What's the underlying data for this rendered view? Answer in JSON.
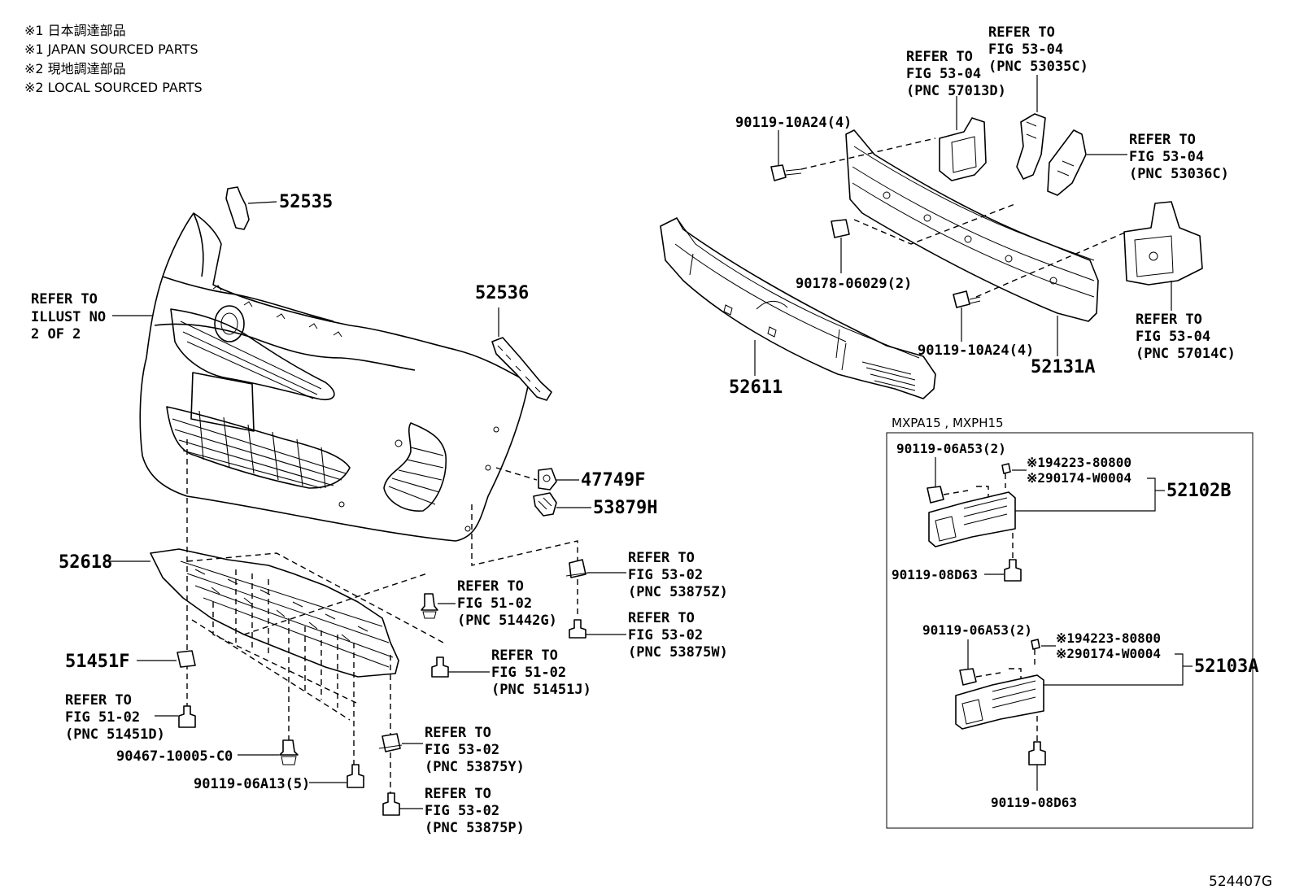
{
  "notes": [
    "※1 日本調達部品",
    "※1 JAPAN SOURCED PARTS",
    "※2 現地調達部品",
    "※2 LOCAL SOURCED PARTS"
  ],
  "labels": {
    "p52535": "52535",
    "p52536": "52536",
    "p47749F": "47749F",
    "p53879H": "53879H",
    "p52618": "52618",
    "p51451F": "51451F",
    "p52611": "52611",
    "p52131A": "52131A",
    "p90119_10A24_top": "90119-10A24(4)",
    "p90178": "90178-06029(2)",
    "p90119_10A24_bot": "90119-10A24(4)",
    "p90467": "90467-10005-C0",
    "p90119_06A13": "90119-06A13(5)",
    "p52102B": "52102B",
    "p52103A": "52103A"
  },
  "refer": {
    "illust": [
      "REFER TO",
      "ILLUST NO",
      "2 OF 2"
    ],
    "r57013D": [
      "REFER TO",
      "FIG 53-04",
      "(PNC 57013D)"
    ],
    "r53035C": [
      "REFER TO",
      "FIG 53-04",
      "(PNC 53035C)"
    ],
    "r53036C": [
      "REFER TO",
      "FIG 53-04",
      "(PNC 53036C)"
    ],
    "r57014C": [
      "REFER TO",
      "FIG 53-04",
      "(PNC 57014C)"
    ],
    "r53875Z": [
      "REFER TO",
      "FIG 53-02",
      "(PNC 53875Z)"
    ],
    "r51442G": [
      "REFER TO",
      "FIG 51-02",
      "(PNC 51442G)"
    ],
    "r53875W": [
      "REFER TO",
      "FIG 53-02",
      "(PNC 53875W)"
    ],
    "r51451J": [
      "REFER TO",
      "FIG 51-02",
      "(PNC 51451J)"
    ],
    "r51451D": [
      "REFER TO",
      "FIG 51-02",
      "(PNC 51451D)"
    ],
    "r53875Y": [
      "REFER TO",
      "FIG 53-02",
      "(PNC 53875Y)"
    ],
    "r53875P": [
      "REFER TO",
      "FIG 53-02",
      "(PNC 53875P)"
    ]
  },
  "inset": {
    "title": "MXPA15 , MXPH15",
    "upper": {
      "bolt": "90119-06A53(2)",
      "japan": "※194223-80800",
      "local": "※290174-W0004",
      "bottom_bolt": "90119-08D63"
    },
    "lower": {
      "bolt": "90119-06A53(2)",
      "japan": "※194223-80800",
      "local": "※290174-W0004",
      "bottom_bolt": "90119-08D63"
    }
  },
  "diagram_id": "524407G"
}
